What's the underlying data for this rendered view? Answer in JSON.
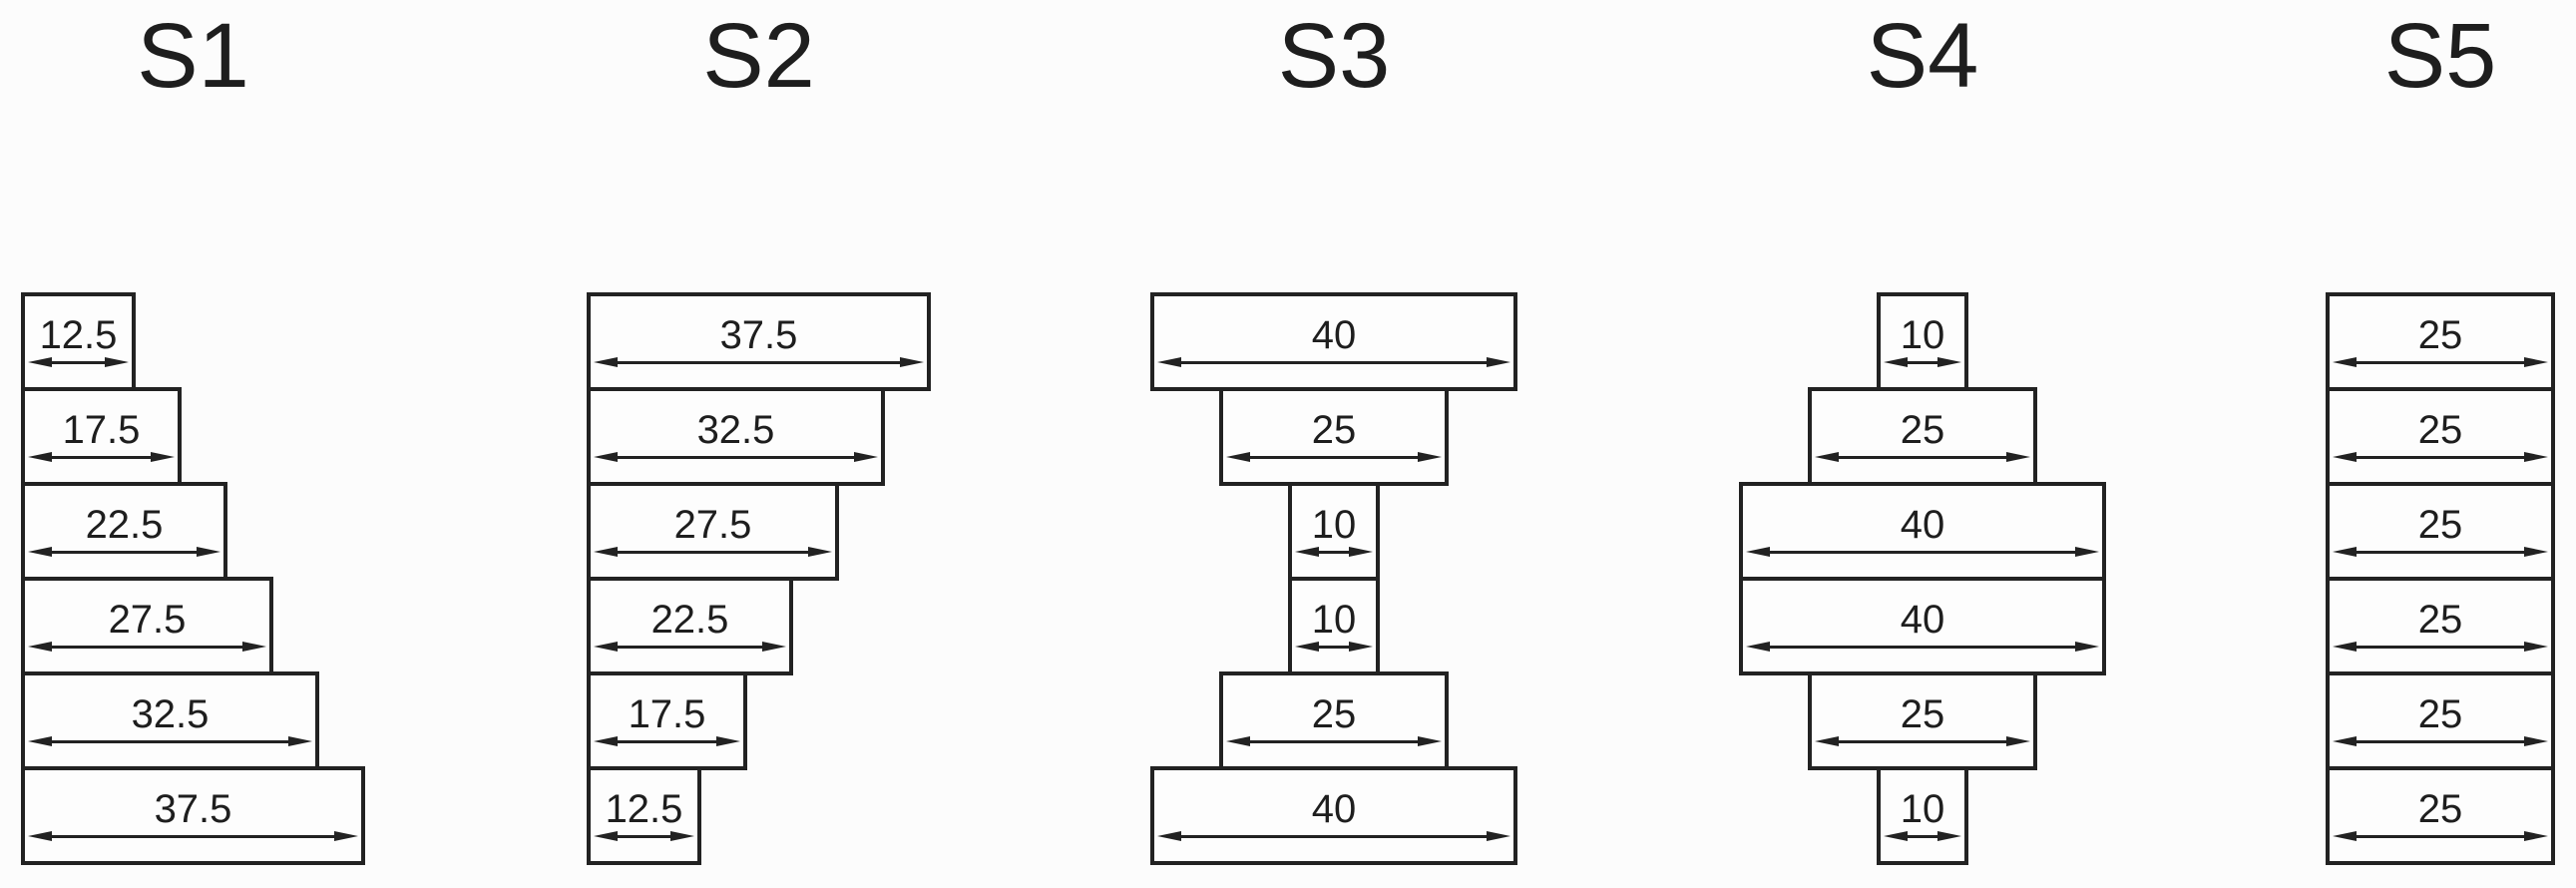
{
  "figure": {
    "description": "Five stacking-sequence diagrams of rectangular layers with dimension arrows",
    "background_color": "#fcfcfc",
    "line_color": "#222222",
    "text_color": "#1e1e1e"
  },
  "sections": [
    {
      "title": "S1",
      "alignment": "left",
      "bars": [
        "12.5",
        "17.5",
        "22.5",
        "27.5",
        "32.5",
        "37.5"
      ]
    },
    {
      "title": "S2",
      "alignment": "left",
      "bars": [
        "37.5",
        "32.5",
        "27.5",
        "22.5",
        "17.5",
        "12.5"
      ]
    },
    {
      "title": "S3",
      "alignment": "center",
      "bars": [
        "40",
        "25",
        "10",
        "10",
        "25",
        "40"
      ]
    },
    {
      "title": "S4",
      "alignment": "center",
      "bars": [
        "10",
        "25",
        "40",
        "40",
        "25",
        "10"
      ]
    },
    {
      "title": "S5",
      "alignment": "center",
      "bars": [
        "25",
        "25",
        "25",
        "25",
        "25",
        "25"
      ]
    }
  ]
}
